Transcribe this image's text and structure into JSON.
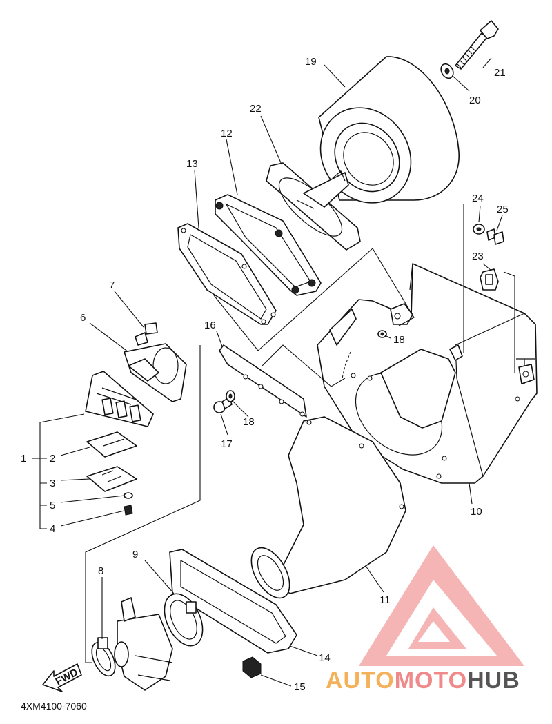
{
  "diagram": {
    "drawing_code": "4XM4100-7060",
    "direction_arrow": "FWD",
    "callouts": [
      {
        "id": "c1",
        "number": "1"
      },
      {
        "id": "c2",
        "number": "2"
      },
      {
        "id": "c3",
        "number": "3"
      },
      {
        "id": "c4",
        "number": "4"
      },
      {
        "id": "c5",
        "number": "5"
      },
      {
        "id": "c6",
        "number": "6"
      },
      {
        "id": "c7",
        "number": "7"
      },
      {
        "id": "c8",
        "number": "8"
      },
      {
        "id": "c9",
        "number": "9"
      },
      {
        "id": "c10",
        "number": "10"
      },
      {
        "id": "c11",
        "number": "11"
      },
      {
        "id": "c12",
        "number": "12"
      },
      {
        "id": "c13",
        "number": "13"
      },
      {
        "id": "c14",
        "number": "14"
      },
      {
        "id": "c15",
        "number": "15"
      },
      {
        "id": "c16",
        "number": "16"
      },
      {
        "id": "c17",
        "number": "17"
      },
      {
        "id": "c18a",
        "number": "18"
      },
      {
        "id": "c18b",
        "number": "18"
      },
      {
        "id": "c19",
        "number": "19"
      },
      {
        "id": "c20",
        "number": "20"
      },
      {
        "id": "c21",
        "number": "21"
      },
      {
        "id": "c22",
        "number": "22"
      },
      {
        "id": "c23",
        "number": "23"
      },
      {
        "id": "c24",
        "number": "24"
      },
      {
        "id": "c25",
        "number": "25"
      }
    ]
  },
  "watermark": {
    "word_a": "AUTO",
    "word_b": "MOTO",
    "word_c": "HUB",
    "color_a": "#f5b15a",
    "color_b": "#f08a8a",
    "color_c": "#555555"
  }
}
